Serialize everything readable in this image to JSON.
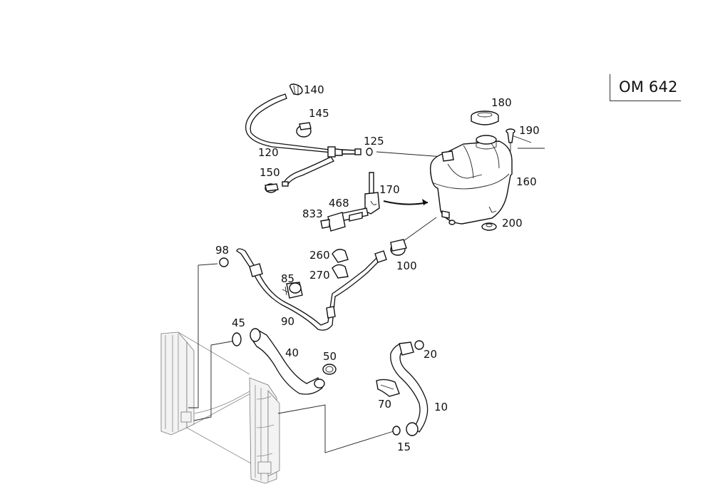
{
  "engine_code": "OM 642",
  "parts": [
    {
      "id": "p140",
      "label": "140"
    },
    {
      "id": "p145",
      "label": "145"
    },
    {
      "id": "p120",
      "label": "120"
    },
    {
      "id": "p150",
      "label": "150"
    },
    {
      "id": "p125",
      "label": "125"
    },
    {
      "id": "p180",
      "label": "180"
    },
    {
      "id": "p190",
      "label": "190"
    },
    {
      "id": "p160",
      "label": "160"
    },
    {
      "id": "p170",
      "label": "170"
    },
    {
      "id": "p468",
      "label": "468"
    },
    {
      "id": "p833",
      "label": "833"
    },
    {
      "id": "p200",
      "label": "200"
    },
    {
      "id": "p98",
      "label": "98"
    },
    {
      "id": "p260",
      "label": "260"
    },
    {
      "id": "p270",
      "label": "270"
    },
    {
      "id": "p85",
      "label": "85"
    },
    {
      "id": "p100",
      "label": "100"
    },
    {
      "id": "p90",
      "label": "90"
    },
    {
      "id": "p45",
      "label": "45"
    },
    {
      "id": "p40",
      "label": "40"
    },
    {
      "id": "p50",
      "label": "50"
    },
    {
      "id": "p20",
      "label": "20"
    },
    {
      "id": "p70",
      "label": "70"
    },
    {
      "id": "p10",
      "label": "10"
    },
    {
      "id": "p15",
      "label": "15"
    }
  ]
}
